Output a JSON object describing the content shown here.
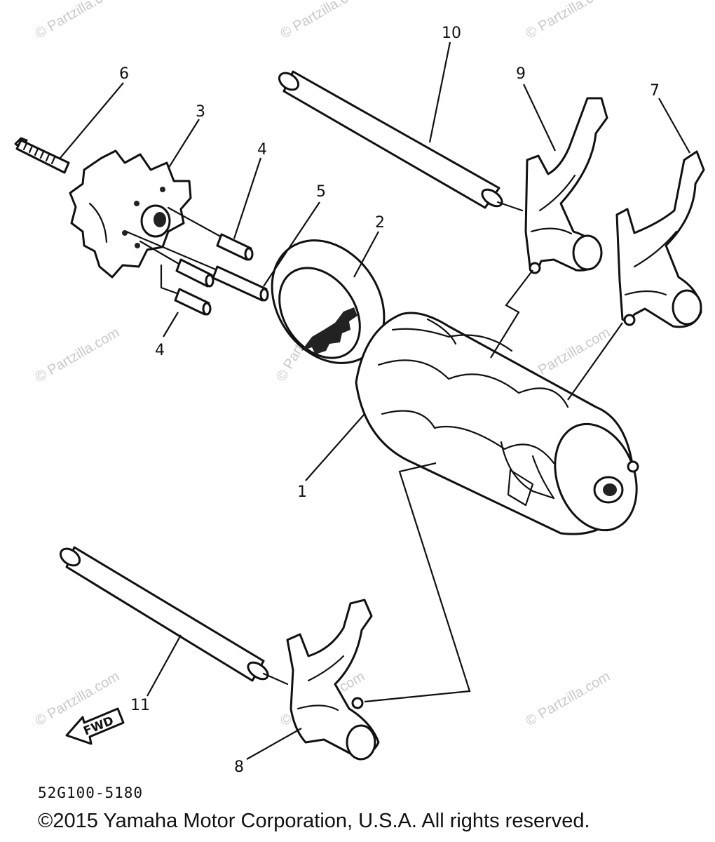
{
  "watermark": "© Partzilla.com",
  "callouts": {
    "drum": "1",
    "bearing": "2",
    "segment": "3",
    "pin_a": "4",
    "pin_b": "4",
    "pin_long": "5",
    "screw": "6",
    "fork_right": "7",
    "fork_bottom": "8",
    "fork_top": "9",
    "rod_top": "10",
    "rod_bottom": "11"
  },
  "fwd_label": "FWD",
  "diagram_code": "52G100-5180",
  "copyright": "©2015  Yamaha Motor Corporation, U.S.A. All rights reserved."
}
